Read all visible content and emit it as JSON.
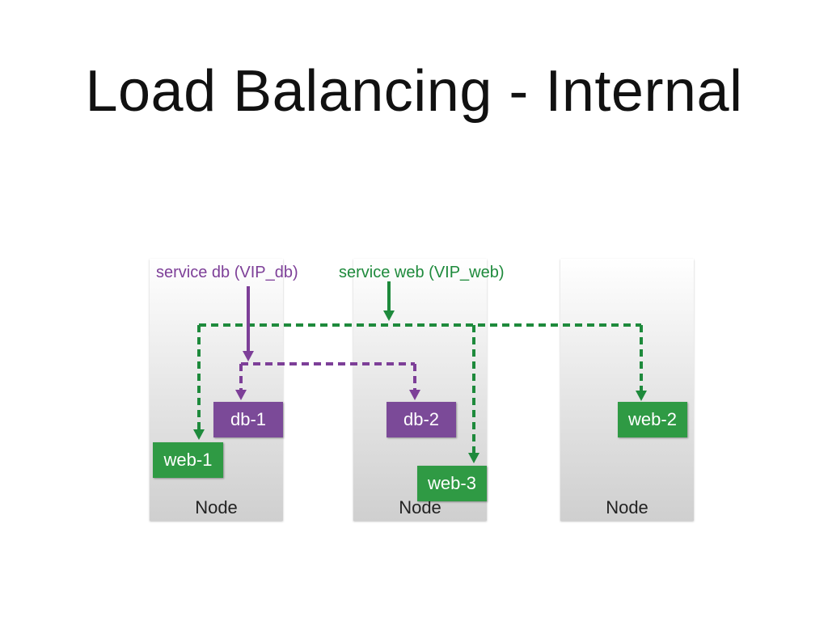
{
  "title": "Load Balancing - Internal",
  "colors": {
    "db": "#7b4a98",
    "web": "#2f9a44"
  },
  "nodes": [
    {
      "label": "Node"
    },
    {
      "label": "Node"
    },
    {
      "label": "Node"
    }
  ],
  "services": {
    "db": {
      "label": "service db (VIP_db)"
    },
    "web": {
      "label": "service web (VIP_web)"
    }
  },
  "tasks": {
    "db1": "db-1",
    "db2": "db-2",
    "web1": "web-1",
    "web2": "web-2",
    "web3": "web-3"
  }
}
